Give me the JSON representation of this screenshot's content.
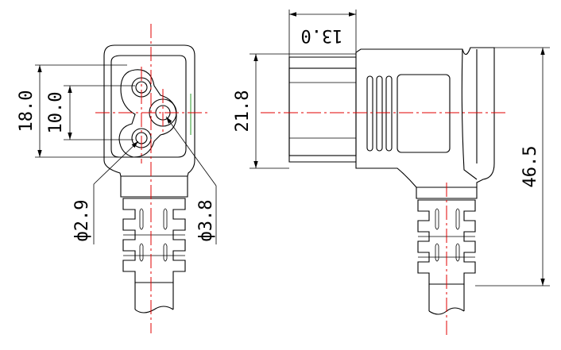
{
  "dimensions": {
    "front": {
      "height_outer": "18.0",
      "height_inner": "10.0",
      "pin_small": "ф2.9",
      "pin_large": "ф3.8"
    },
    "side": {
      "depth": "13.0",
      "height": "21.8",
      "length": "46.5"
    }
  },
  "colors": {
    "outline": "#000000",
    "centerline": "#e00000",
    "accent": "#2a9a2a"
  }
}
